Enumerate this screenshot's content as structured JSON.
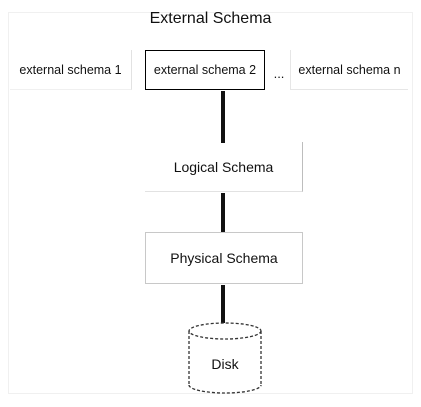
{
  "diagram": {
    "title": "External Schema",
    "external_schemas": [
      "external schema 1",
      "external schema 2",
      "external schema n"
    ],
    "ellipsis": "...",
    "logical": "Logical Schema",
    "physical": "Physical Schema",
    "disk": "Disk"
  }
}
